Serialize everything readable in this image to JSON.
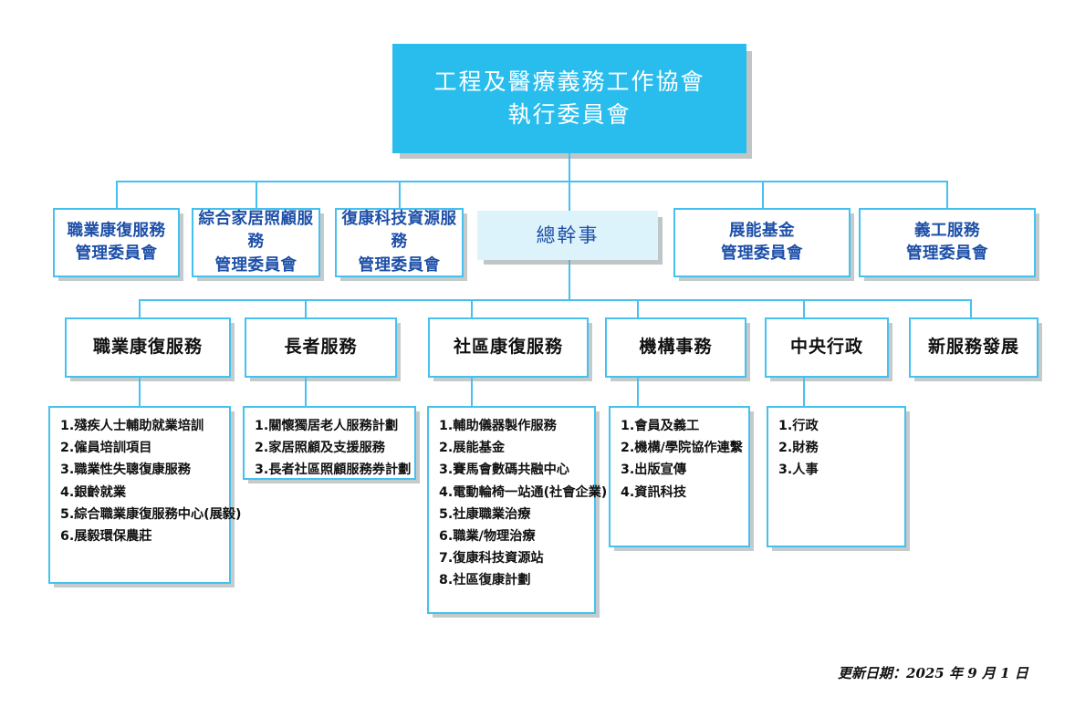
{
  "chart_title": "工程及醫療義務工作協會 執行委員會 組織圖",
  "colors": {
    "accent_cyan": "#45C1F0",
    "root_fill": "#29BDEE",
    "director_fill": "#DCF3FB",
    "committee_text": "#1D4FA8",
    "dept_text": "#111111",
    "shadow": "#969EA0",
    "page_background": "#FFFFFF"
  },
  "root": {
    "line1": "工程及醫療義務工作協會",
    "line2": "執行委員會"
  },
  "committees": [
    {
      "line1": "職業康復服務",
      "line2": "管理委員會"
    },
    {
      "line1": "綜合家居照顧服務",
      "line2": "管理委員會"
    },
    {
      "line1": "復康科技資源服務",
      "line2": "管理委員會"
    },
    {
      "line1": "展能基金",
      "line2": "管理委員會"
    },
    {
      "line1": "義工服務",
      "line2": "管理委員會"
    }
  ],
  "director": {
    "label": "總幹事"
  },
  "departments": [
    {
      "label": "職業康復服務"
    },
    {
      "label": "長者服務"
    },
    {
      "label": "社區康復服務"
    },
    {
      "label": "機構事務"
    },
    {
      "label": "中央行政"
    },
    {
      "label": "新服務發展"
    }
  ],
  "detail_lists": [
    {
      "parent": "職業康復服務",
      "items": [
        "1.殘疾人士輔助就業培訓",
        "2.僱員培訓項目",
        "3.職業性失聰復康服務",
        "4.銀齡就業",
        "5.綜合職業康復服務中心(展毅)",
        "6.展毅環保農莊"
      ]
    },
    {
      "parent": "長者服務",
      "items": [
        "1.關懷獨居老人服務計劃",
        "2.家居照顧及支援服務",
        "3.長者社區照顧服務券計劃"
      ]
    },
    {
      "parent": "社區康復服務",
      "items": [
        "1.輔助儀器製作服務",
        "2.展能基金",
        "3.賽馬會數碼共融中心",
        "4.電動輪椅一站通(社會企業)",
        "5.社康職業治療",
        "6.職業/物理治療",
        "7.復康科技資源站",
        "8.社區復康計劃"
      ]
    },
    {
      "parent": "機構事務",
      "items": [
        "1.會員及義工",
        "2.機構/學院協作連繫",
        "3.出版宣傳",
        "4.資訊科技"
      ]
    },
    {
      "parent": "中央行政",
      "items": [
        "1.行政",
        "2.財務",
        "3.人事"
      ]
    }
  ],
  "footer": {
    "updated": "更新日期：2025 年 9 月 1 日"
  }
}
